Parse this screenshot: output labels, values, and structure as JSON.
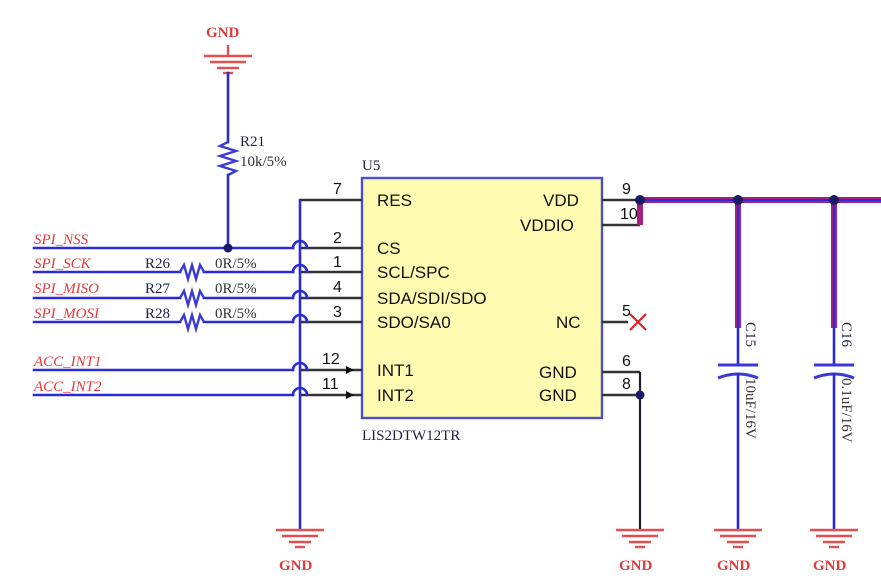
{
  "gnd_label": "GND",
  "net_labels": {
    "spi_nss": "SPI_NSS",
    "spi_sck": "SPI_SCK",
    "spi_miso": "SPI_MISO",
    "spi_mosi": "SPI_MOSI",
    "acc_int1": "ACC_INT1",
    "acc_int2": "ACC_INT2"
  },
  "ic": {
    "ref": "U5",
    "part": "LIS2DTW12TR",
    "left_pins": [
      {
        "num": "7",
        "name": "RES"
      },
      {
        "num": "2",
        "name": "CS"
      },
      {
        "num": "1",
        "name": "SCL/SPC"
      },
      {
        "num": "4",
        "name": "SDA/SDI/SDO"
      },
      {
        "num": "3",
        "name": "SDO/SA0"
      },
      {
        "num": "12",
        "name": "INT1"
      },
      {
        "num": "11",
        "name": "INT2"
      }
    ],
    "right_pins": [
      {
        "num": "9",
        "name": "VDD"
      },
      {
        "num": "10",
        "name": "VDDIO"
      },
      {
        "num": "5",
        "name": "NC"
      },
      {
        "num": "6",
        "name": "GND"
      },
      {
        "num": "8",
        "name": "GND"
      }
    ]
  },
  "resistors": {
    "r21": {
      "ref": "R21",
      "value": "10k/5%"
    },
    "r26": {
      "ref": "R26",
      "value": "0R/5%"
    },
    "r27": {
      "ref": "R27",
      "value": "0R/5%"
    },
    "r28": {
      "ref": "R28",
      "value": "0R/5%"
    }
  },
  "capacitors": {
    "c15": {
      "ref": "C15",
      "value": "10uF/16V"
    },
    "c16": {
      "ref": "C16",
      "value": "0.1uF/16V"
    }
  }
}
